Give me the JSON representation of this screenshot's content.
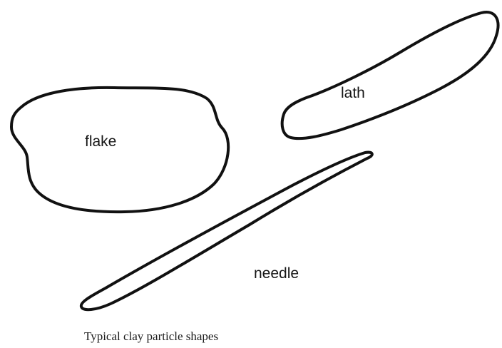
{
  "figure": {
    "caption": "Typical clay particle shapes",
    "shapes": [
      {
        "id": "flake",
        "label": "flake"
      },
      {
        "id": "lath",
        "label": "lath"
      },
      {
        "id": "needle",
        "label": "needle"
      }
    ],
    "outline_color": "#111111"
  }
}
